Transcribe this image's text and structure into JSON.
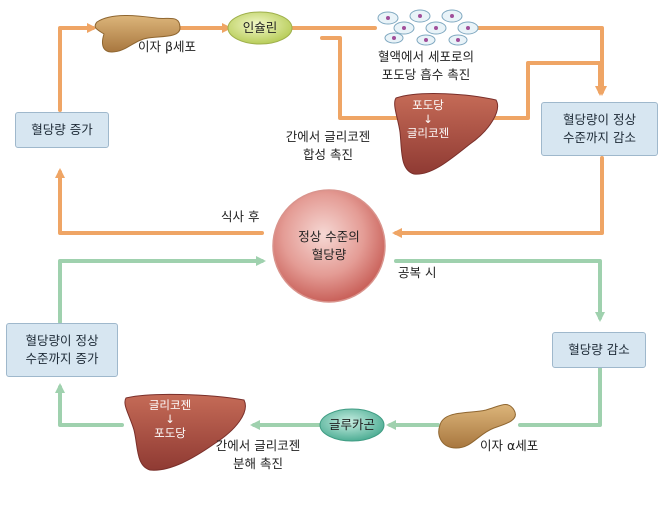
{
  "center": {
    "line1": "정상 수준의",
    "line2": "혈당량"
  },
  "top": {
    "box_increase": "혈당량 증가",
    "beta_cell_label": "이자 β세포",
    "insulin_label": "인슐린",
    "cell_uptake_line1": "혈액에서 세포로의",
    "cell_uptake_line2": "포도당 흡수 촉진",
    "liver_line1": "포도당",
    "liver_arrow": "↓",
    "liver_line2": "글리코젠",
    "glycogen_synth_line1": "간에서 글리코젠",
    "glycogen_synth_line2": "합성 촉진",
    "box_normal_decrease_line1": "혈당량이 정상",
    "box_normal_decrease_line2": "수준까지 감소",
    "after_meal": "식사 후"
  },
  "bottom": {
    "fasting": "공복 시",
    "box_decrease": "혈당량 감소",
    "alpha_cell_label": "이자 α세포",
    "glucagon_label": "글루카곤",
    "glycogen_break_line1": "간에서 글리코젠",
    "glycogen_break_line2": "분해 촉진",
    "liver_line1": "글리코젠",
    "liver_arrow": "↓",
    "liver_line2": "포도당",
    "box_normal_increase_line1": "혈당량이 정상",
    "box_normal_increase_line2": "수준까지 증가"
  },
  "colors": {
    "orange_arrow": "#efa565",
    "green_arrow": "#9fd1ae",
    "insulin": "#d7e58a",
    "glucagon": "#7fcab6",
    "liver": "#b85a4a",
    "pancreas": "#c99a58"
  }
}
